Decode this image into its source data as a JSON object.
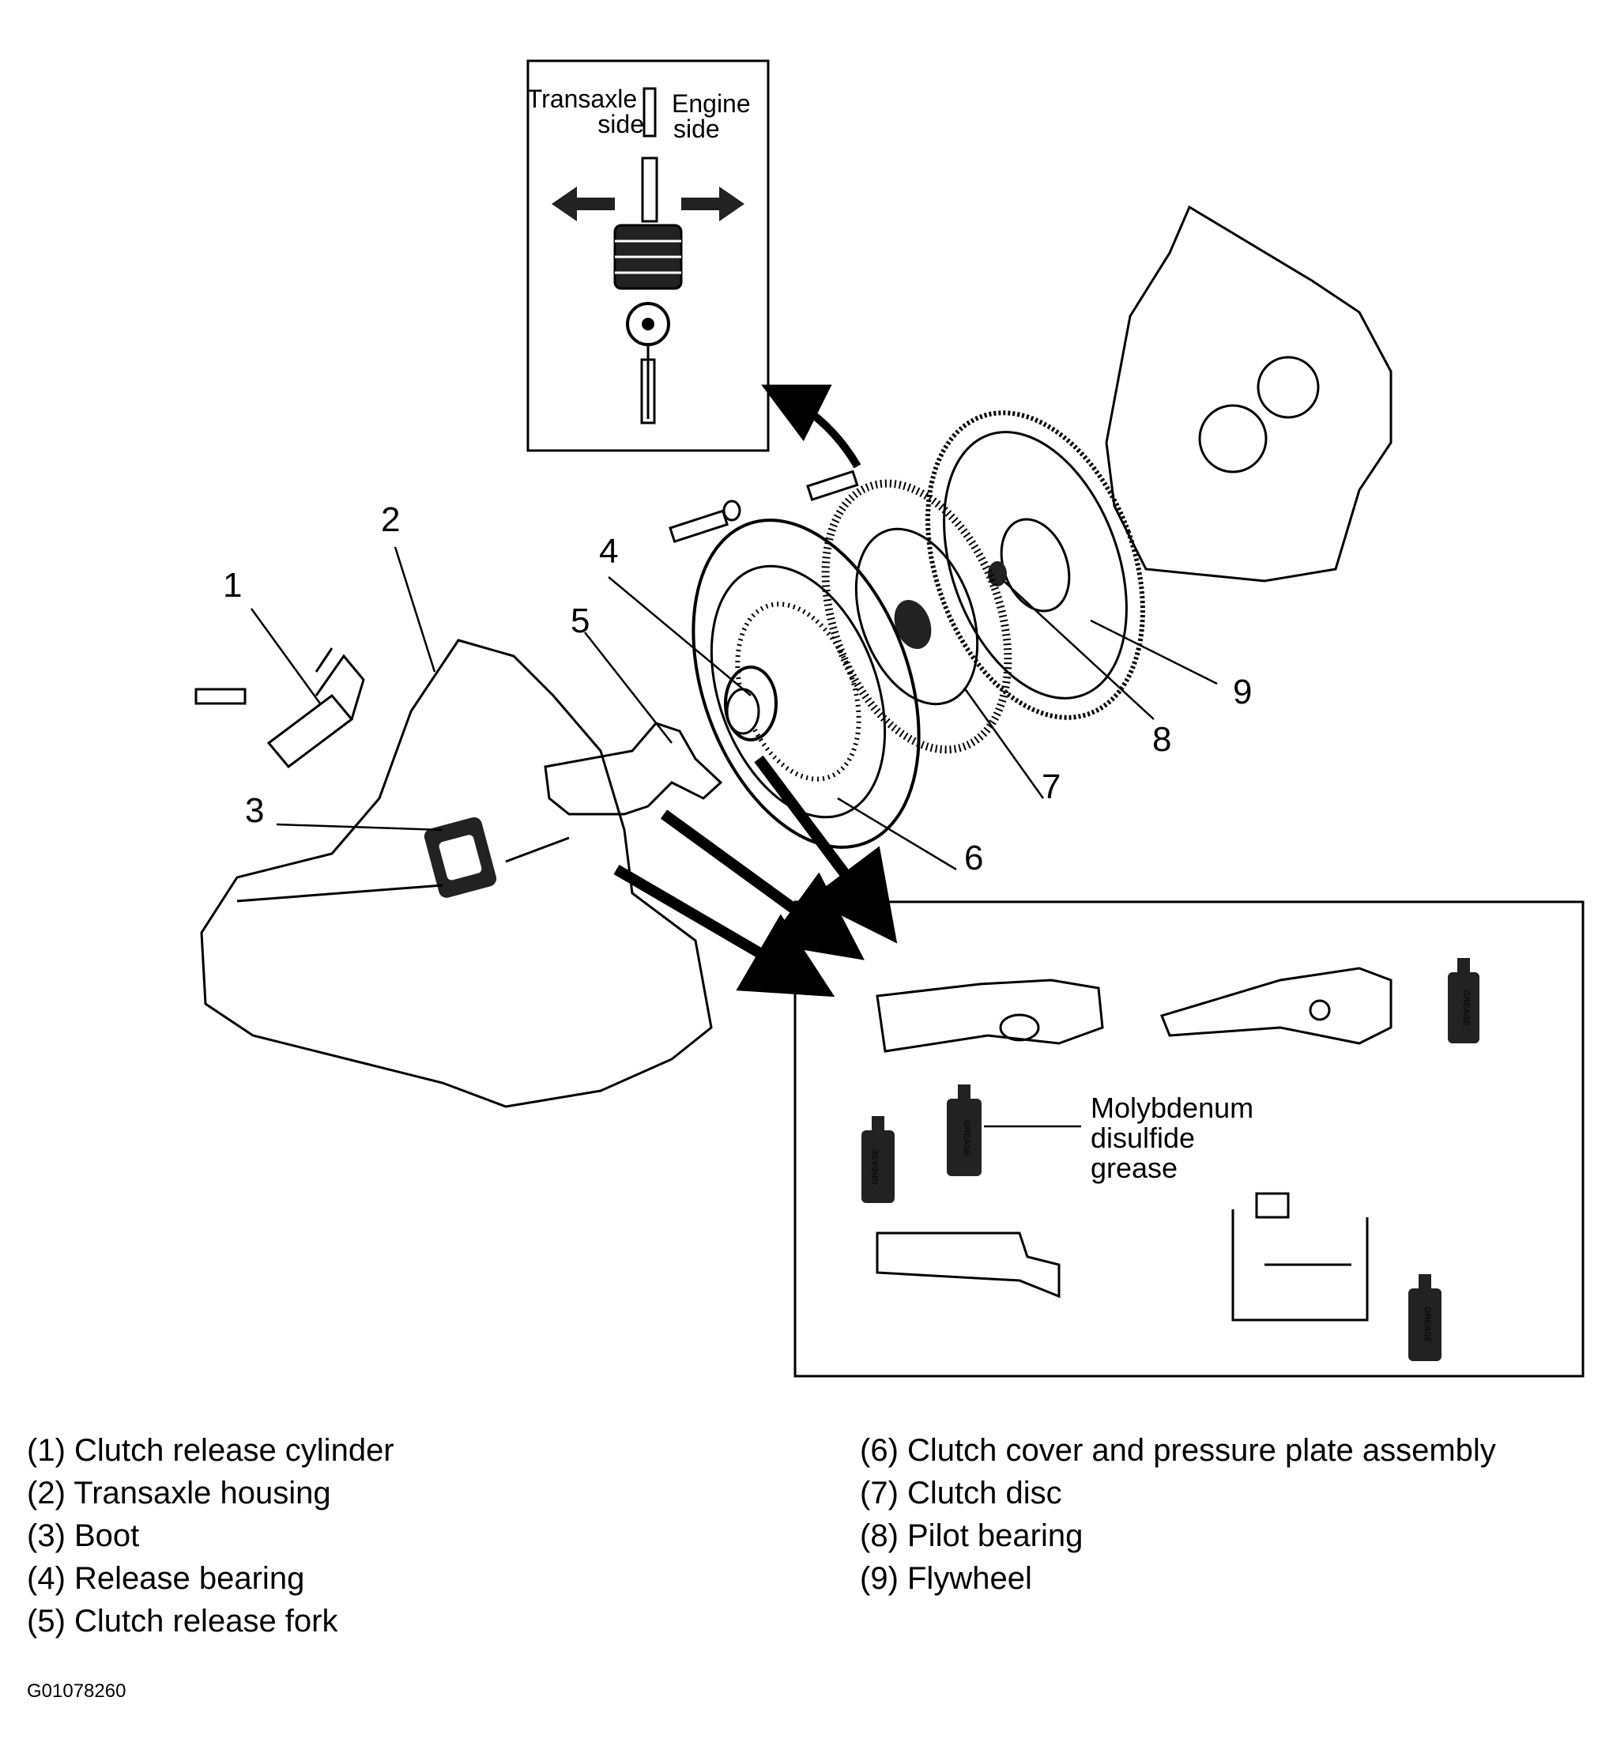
{
  "callouts": [
    "1",
    "2",
    "3",
    "4",
    "5",
    "6",
    "7",
    "8",
    "9"
  ],
  "inset_top": {
    "left_label": [
      "Transaxle",
      "side"
    ],
    "right_label": [
      "Engine",
      "side"
    ]
  },
  "inset_bottom": {
    "grease_label": [
      "Molybdenum",
      "disulfide",
      "grease"
    ],
    "can_text": "GREASE"
  },
  "legend": {
    "left": [
      "(1) Clutch release cylinder",
      "(2) Transaxle housing",
      "(3) Boot",
      "(4) Release bearing",
      "(5) Clutch release fork"
    ],
    "right": [
      "(6) Clutch cover and pressure plate assembly",
      "(7) Clutch disc",
      "(8) Pilot bearing",
      "(9) Flywheel"
    ]
  },
  "figure_code": "G01078260"
}
